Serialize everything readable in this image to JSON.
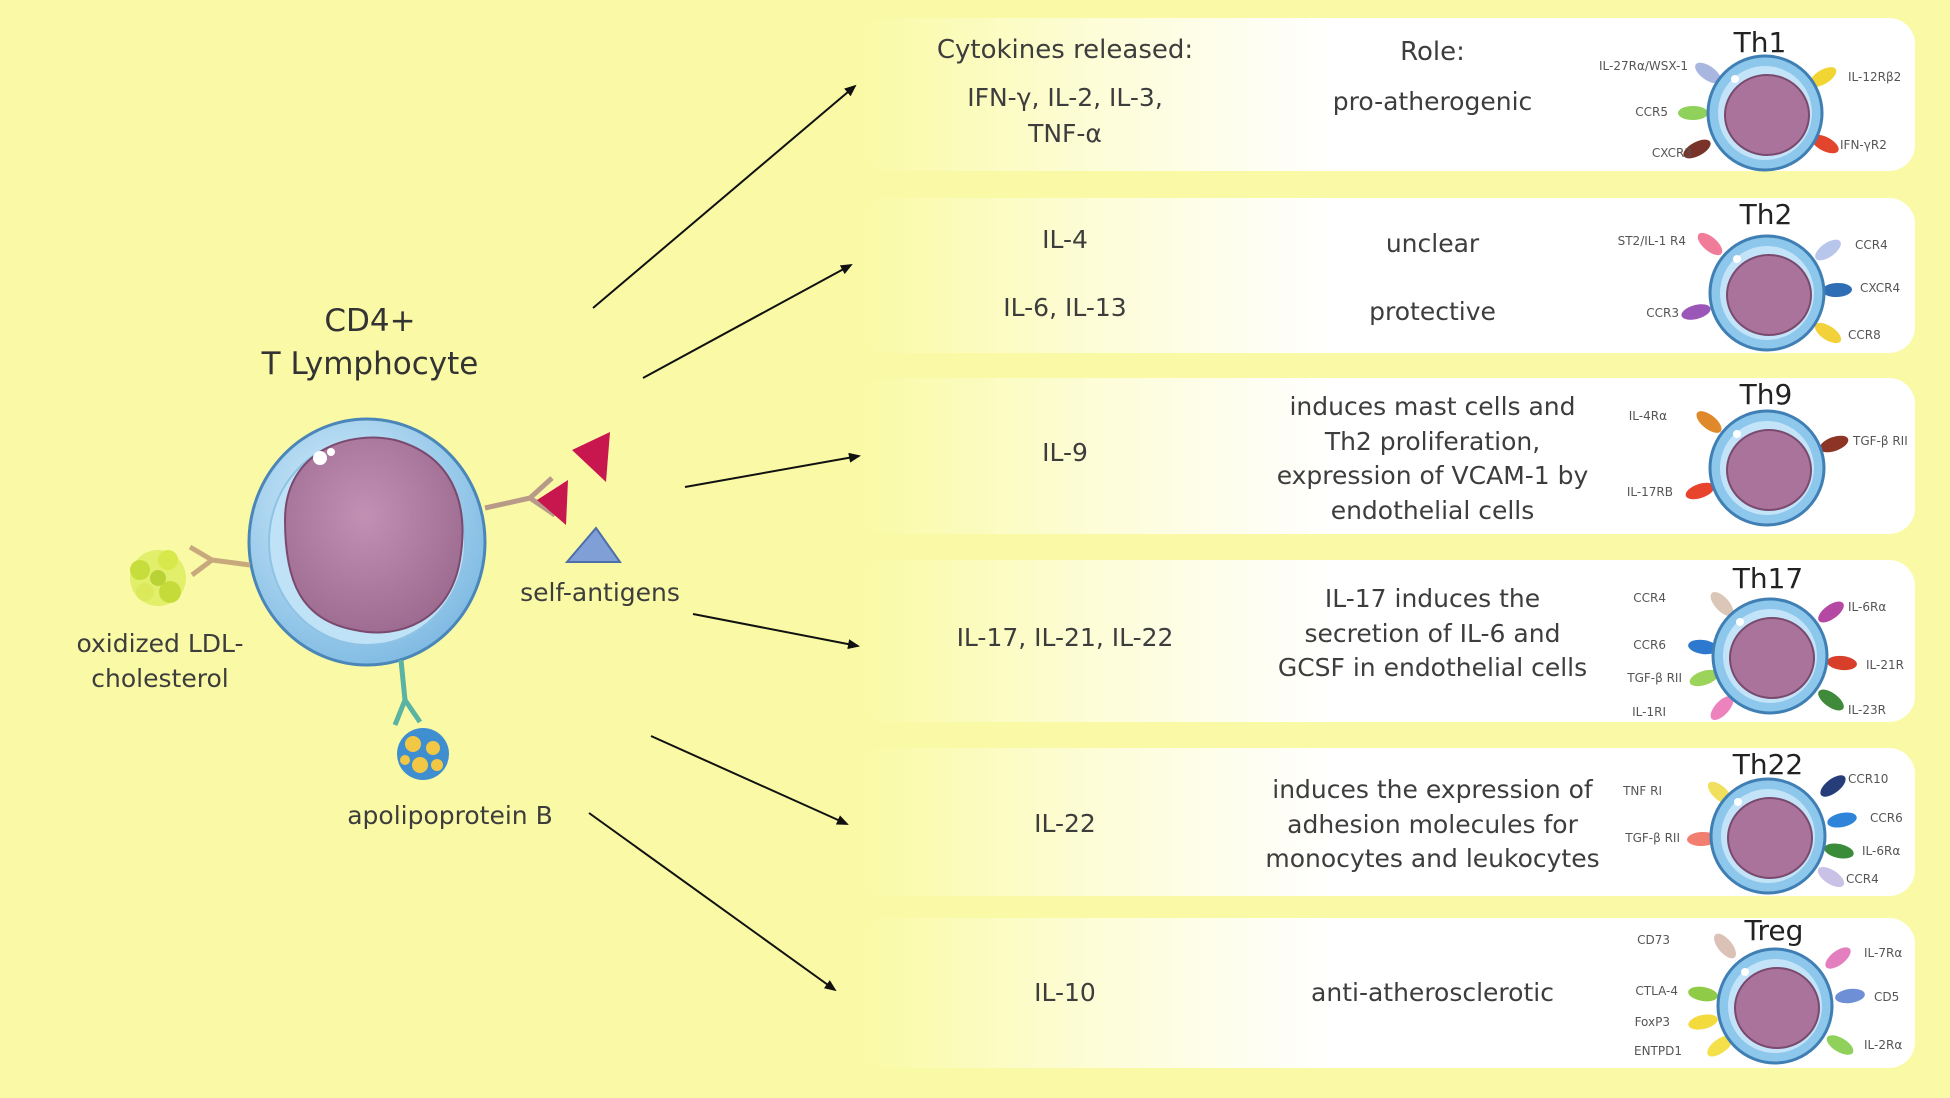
{
  "main_cell": {
    "title_line1": "CD4+",
    "title_line2": "T Lymphocyte",
    "self_antigens": "self-antigens",
    "ldl_line1": "oxidized LDL-",
    "ldl_line2": "cholesterol",
    "apob": "apolipoprotein B"
  },
  "headers": {
    "cytokines": "Cytokines released:",
    "role": "Role:"
  },
  "rows": [
    {
      "name": "Th1",
      "cytokine_lines": [
        "IFN-γ, IL-2, IL-3,",
        "TNF-α"
      ],
      "role_lines": [
        "pro-atherogenic"
      ],
      "receptors": [
        "IL-27Rα/WSX-1",
        "CCR5",
        "CXCR3",
        "IL-12Rβ2",
        "IFN-γR2"
      ]
    },
    {
      "name": "Th2",
      "cytokine_a": "IL-4",
      "cytokine_b": "IL-6, IL-13",
      "role_a": "unclear",
      "role_b": "protective",
      "receptors": [
        "ST2/IL-1 R4",
        "CCR3",
        "CCR4",
        "CXCR4",
        "CCR8"
      ]
    },
    {
      "name": "Th9",
      "cytokine_lines": [
        "IL-9"
      ],
      "role_lines": [
        "induces mast cells and",
        "Th2 proliferation,",
        "expression of VCAM-1 by",
        "endothelial cells"
      ],
      "receptors": [
        "IL-4Rα",
        "IL-17RB",
        "TGF-β RII"
      ]
    },
    {
      "name": "Th17",
      "cytokine_lines": [
        "IL-17, IL-21,  IL-22"
      ],
      "role_lines": [
        "IL-17 induces the",
        "secretion of IL-6 and",
        "GCSF in endothelial cells"
      ],
      "receptors": [
        "CCR4",
        "CCR6",
        "TGF-β RII",
        "IL-1RI",
        "IL-6Rα",
        "IL-21R",
        "IL-23R"
      ]
    },
    {
      "name": "Th22",
      "cytokine_lines": [
        "IL-22"
      ],
      "role_lines": [
        "induces the expression of",
        "adhesion molecules for",
        "monocytes and leukocytes"
      ],
      "receptors": [
        "TNF RI",
        "TGF-β RII",
        "CCR10",
        "CCR6",
        "IL-6Rα",
        "CCR4"
      ]
    },
    {
      "name": "Treg",
      "cytokine_lines": [
        "IL-10"
      ],
      "role_lines": [
        "anti-atherosclerotic"
      ],
      "receptors": [
        "CD73",
        "CTLA-4",
        "FoxP3",
        "ENTPD1",
        "IL-7Rα",
        "CD5",
        "IL-2Rα"
      ]
    }
  ],
  "colors": {
    "background": "#fafaa6",
    "cell_membrane": "#9ecfee",
    "nucleus": "#b07ba0",
    "antigen_red": "#c8174f",
    "antigen_blue": "#7f9fd6"
  }
}
